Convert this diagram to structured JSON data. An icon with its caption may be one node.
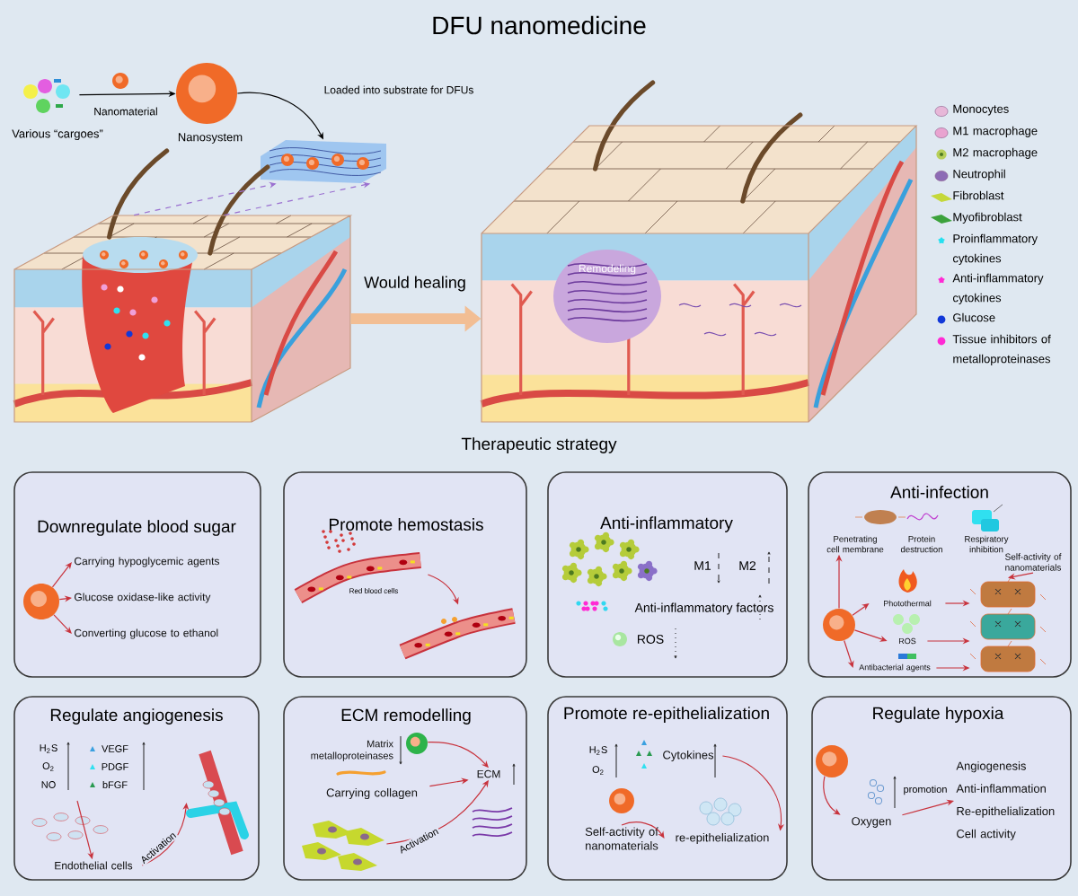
{
  "diagram": {
    "title": "DFU nanomedicine",
    "nodes": [
      {
        "text": [],
        "shape": "picture",
        "beside": [
          "Various “cargoes”"
        ]
      },
      {
        "text": [],
        "shape": "circle",
        "beside": [
          "Nanosystem"
        ]
      },
      {
        "text": [],
        "shape": "picture"
      },
      {
        "text": [],
        "shape": "picture"
      },
      {
        "text": [],
        "shape": "picture"
      },
      {
        "text": [
          "Remodeling"
        ],
        "in": 4
      },
      {
        "text": [
          "Downregulate blood sugar"
        ]
      },
      {
        "text": [],
        "shape": "circle",
        "in": 6
      },
      {
        "text": [
          "Carrying hypoglycemic agents"
        ],
        "in": 6
      },
      {
        "text": [
          "Glucose oxidase-like activity"
        ],
        "in": 6
      },
      {
        "text": [
          "Converting glucose to ethanol"
        ],
        "in": 6
      },
      {
        "text": [
          "Promote hemostasis"
        ]
      },
      {
        "text": [],
        "shape": "picture",
        "in": 11
      },
      {
        "text": [],
        "shape": "picture",
        "in": 11
      },
      {
        "text": [
          "Anti-inflammatory"
        ]
      },
      {
        "text": [
          "Anti-infection"
        ]
      },
      {
        "text": [],
        "shape": "circle",
        "in": 15
      },
      {
        "text": [
          "Penetrating cell membrane"
        ],
        "in": 15
      },
      {
        "text": [
          "Protein destruction"
        ],
        "in": 15
      },
      {
        "text": [
          "Respiratory inhibition"
        ],
        "in": 15
      },
      {
        "text": [
          "Photothermal"
        ],
        "in": 15
      },
      {
        "text": [
          "ROS"
        ],
        "in": 15
      },
      {
        "text": [
          "Antibacterial agents"
        ],
        "in": 15
      },
      {
        "text": [
          "Self-activity of nanomaterials"
        ],
        "in": 15
      },
      {
        "text": [],
        "shape": "picture",
        "in": 15
      },
      {
        "text": [
          "Regulate angiogenesis"
        ]
      },
      {
        "text": [
          "Endothelial cells"
        ],
        "in": 25
      },
      {
        "text": [],
        "shape": "picture",
        "in": 25
      },
      {
        "text": [
          "ECM remodelling"
        ]
      },
      {
        "text": [
          "Matrix metalloproteinases"
        ],
        "in": 28
      },
      {
        "text": [],
        "shape": "circle",
        "in": 28
      },
      {
        "text": [
          "Carrying collagen"
        ],
        "in": 28
      },
      {
        "text": [],
        "shape": "picture",
        "in": 28
      },
      {
        "text": [
          "ECM"
        ],
        "in": 28
      },
      {
        "text": [
          "Promote re-epithelialization"
        ]
      },
      {
        "text": [
          "Self-activity of nanomaterials"
        ],
        "in": 34
      },
      {
        "text": [
          "re-epithelialization"
        ],
        "in": 34
      },
      {
        "text": [
          "Cytokines"
        ],
        "in": 34
      },
      {
        "text": [
          "Regulate hypoxia"
        ]
      },
      {
        "text": [],
        "shape": "circle",
        "in": 38
      },
      {
        "text": [
          "Oxygen"
        ],
        "in": 38
      },
      {
        "text": [
          "Angiogenesis",
          "Anti-inflammation",
          "Re-epithelialization",
          "Cell activity"
        ],
        "in": 38
      }
    ],
    "edges": [
      {
        "from": 0,
        "to": 1,
        "arrow": "to",
        "label": "Nanomaterial",
        "color": "#000000"
      },
      {
        "from": 1,
        "to": 2,
        "arrow": "to",
        "label": "Loaded into substrate for DFUs",
        "color": "#000000"
      },
      {
        "from": 3,
        "to": 2,
        "arrow": "to",
        "style": "dashed",
        "color": "#9a6fd0"
      },
      {
        "from": 3,
        "to": 2,
        "arrow": "to",
        "style": "dashed",
        "color": "#9a6fd0"
      },
      {
        "from": 3,
        "to": 4,
        "arrow": "to",
        "label": "Would healing",
        "style": "thick",
        "color": "#f2be94"
      },
      {
        "from": 7,
        "to": 8,
        "arrow": "to"
      },
      {
        "from": 7,
        "to": 9,
        "arrow": "to"
      },
      {
        "from": 7,
        "to": 10,
        "arrow": "to"
      },
      {
        "from": 12,
        "to": 13,
        "arrow": "to"
      },
      {
        "from": 16,
        "to": 17,
        "arrow": "to"
      },
      {
        "from": 16,
        "to": 20,
        "arrow": "to"
      },
      {
        "from": 16,
        "to": 21,
        "arrow": "to"
      },
      {
        "from": 16,
        "to": 22,
        "arrow": "to"
      },
      {
        "from": 20,
        "to": 24,
        "arrow": "to"
      },
      {
        "from": 21,
        "to": 24,
        "arrow": "to"
      },
      {
        "from": 22,
        "to": 24,
        "arrow": "to"
      },
      {
        "from": 23,
        "to": 24,
        "arrow": "to"
      },
      {
        "from": null,
        "to": 26,
        "arrow": "to"
      },
      {
        "from": 26,
        "to": 27,
        "arrow": "to",
        "label": "Activation"
      },
      {
        "from": 30,
        "to": 33,
        "arrow": "to"
      },
      {
        "from": 31,
        "to": 33,
        "arrow": "to"
      },
      {
        "from": 32,
        "to": 33,
        "arrow": "to",
        "label": "Activation"
      },
      {
        "from": 35,
        "to": 36,
        "arrow": "to"
      },
      {
        "from": 37,
        "to": 36,
        "arrow": "to"
      },
      {
        "from": 39,
        "to": 40,
        "arrow": "to"
      },
      {
        "from": 40,
        "to": 41,
        "arrow": "to",
        "label": "promotion"
      }
    ],
    "labels": [
      "Therapeutic strategy",
      "M1",
      "M2",
      "Anti-inflammatory factors",
      "ROS",
      "Red blood cells",
      "H$_{2}$S",
      "O$_{2}$",
      "NO",
      "VEGF",
      "PDGF",
      "bFGF",
      "H$_{2}$S",
      "O$_{2}$"
    ],
    "legend": [
      {
        "text": "Monocytes"
      },
      {
        "text": "M1 macrophage"
      },
      {
        "text": "M2 macrophage"
      },
      {
        "text": "Neutrophil"
      },
      {
        "text": "Fibroblast"
      },
      {
        "text": "Myofibroblast"
      },
      {
        "text": "Proinflammatory cytokines"
      },
      {
        "text": "Anti-inflammatory cytokines"
      },
      {
        "text": "Glucose",
        "color": "#1238d8"
      },
      {
        "text": "Tissue inhibitors of metalloproteinases",
        "color": "#ff2ad4"
      }
    ]
  }
}
